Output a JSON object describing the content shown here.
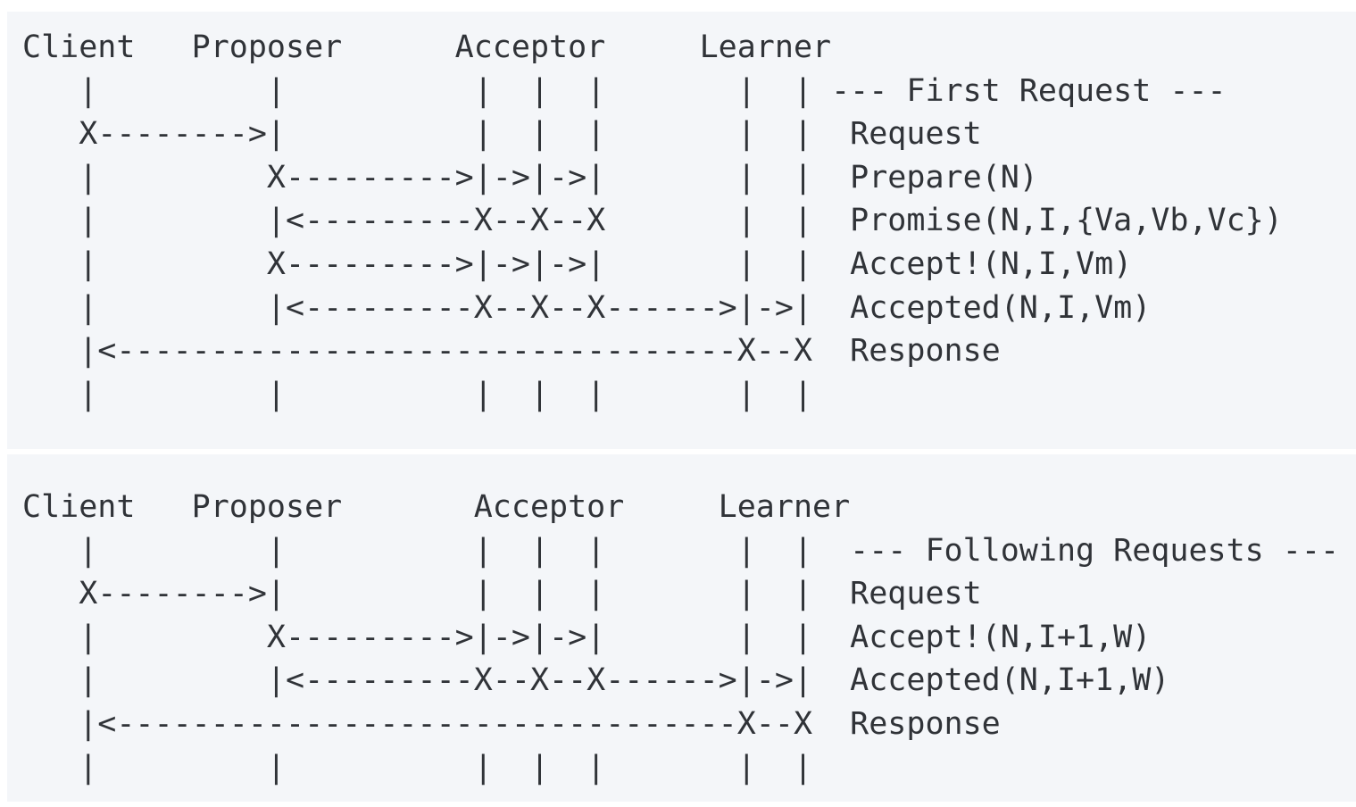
{
  "page": {
    "background": "#ffffff",
    "panel_background": "#f4f6f9",
    "text_color": "#303338"
  },
  "actors": [
    "Client",
    "Proposer",
    "Acceptor",
    "Learner"
  ],
  "diagrams": [
    {
      "section_title": "--- First Request ---",
      "messages": [
        "Request",
        "Prepare(N)",
        "Promise(N,I,{Va,Vb,Vc})",
        "Accept!(N,I,Vm)",
        "Accepted(N,I,Vm)",
        "Response"
      ],
      "ascii": "Client   Proposer      Acceptor     Learner\n   |         |          |  |  |       |  | --- First Request ---\n   X-------->|          |  |  |       |  |  Request\n   |         X--------->|->|->|       |  |  Prepare(N)\n   |         |<---------X--X--X       |  |  Promise(N,I,{Va,Vb,Vc})\n   |         X--------->|->|->|       |  |  Accept!(N,I,Vm)\n   |         |<---------X--X--X------>|->|  Accepted(N,I,Vm)\n   |<---------------------------------X--X  Response\n   |         |          |  |  |       |  |"
    },
    {
      "section_title": "--- Following Requests ---",
      "messages": [
        "Request",
        "Accept!(N,I+1,W)",
        "Accepted(N,I+1,W)",
        "Response"
      ],
      "ascii": "Client   Proposer       Acceptor     Learner\n   |         |          |  |  |       |  |  --- Following Requests ---\n   X-------->|          |  |  |       |  |  Request\n   |         X--------->|->|->|       |  |  Accept!(N,I+1,W)\n   |         |<---------X--X--X------>|->|  Accepted(N,I+1,W)\n   |<---------------------------------X--X  Response\n   |         |          |  |  |       |  |"
    }
  ]
}
